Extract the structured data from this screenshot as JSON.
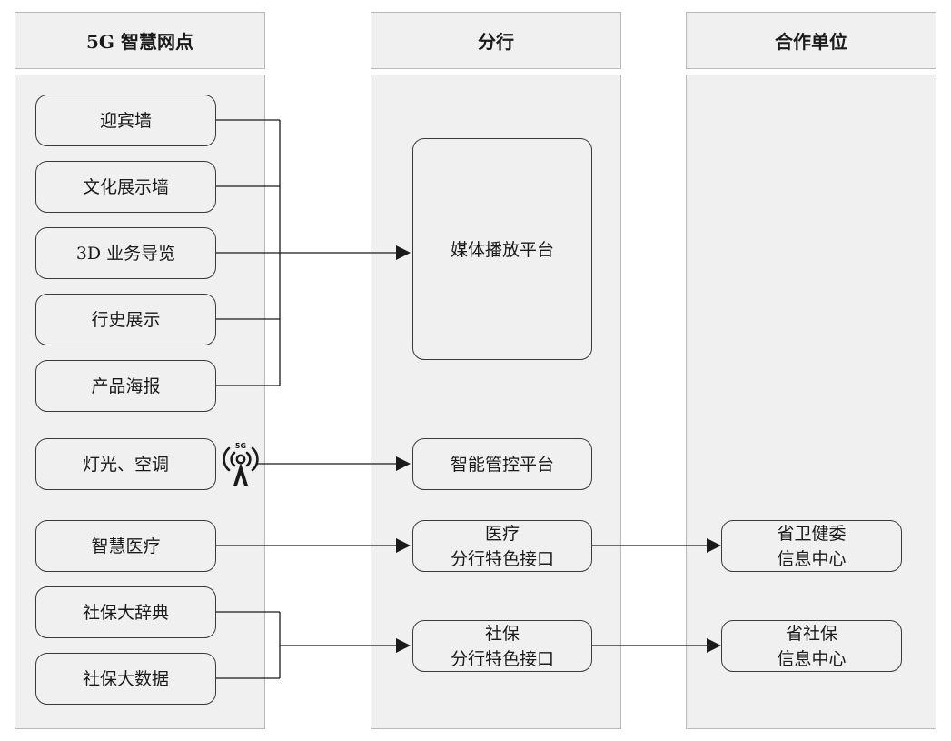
{
  "headers": {
    "col1": "5G 智慧网点",
    "col2": "分行",
    "col3": "合作单位"
  },
  "left_items": {
    "welcome_wall": "迎宾墙",
    "culture_wall": "文化展示墙",
    "tour_3d": "3D 业务导览",
    "history": "行史展示",
    "product_posters": "产品海报",
    "light_ac": "灯光、空调",
    "smart_medical": "智慧医疗",
    "social_dictionary": "社保大辞典",
    "social_bigdata": "社保大数据"
  },
  "middle_items": {
    "media_platform": "媒体播放平台",
    "smart_control": "智能管控平台",
    "medical_line1": "医疗",
    "medical_line2": "分行特色接口",
    "social_line1": "社保",
    "social_line2": "分行特色接口"
  },
  "right_items": {
    "health_line1": "省卫健委",
    "health_line2": "信息中心",
    "social_line1": "省社保",
    "social_line2": "信息中心"
  },
  "tower_icon": {
    "name": "5g-antenna-icon",
    "label": "5G"
  }
}
